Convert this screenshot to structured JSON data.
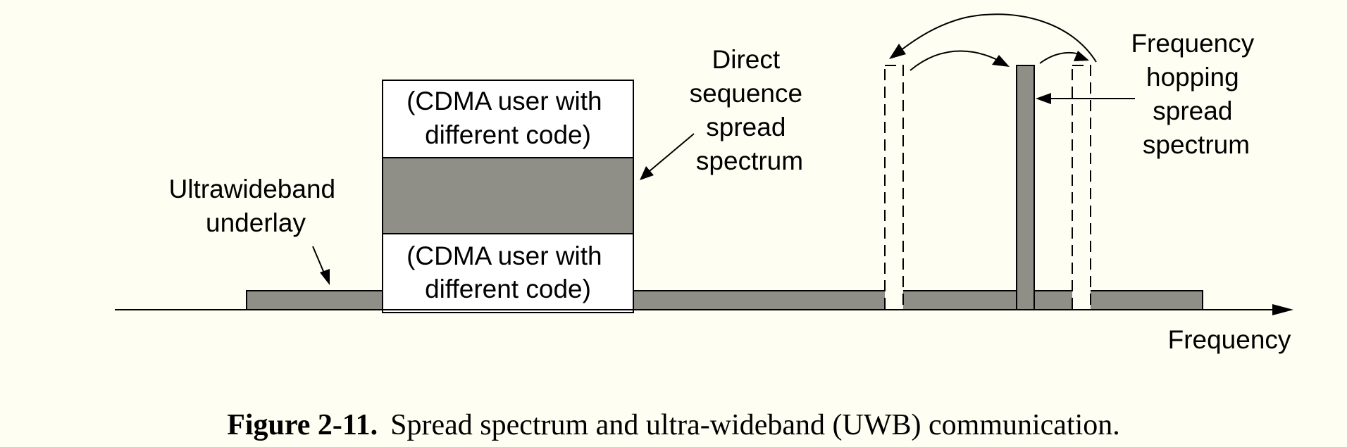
{
  "labels": {
    "cdma_upper": [
      "(CDMA user with",
      "different code)"
    ],
    "cdma_lower": [
      "(CDMA user with",
      "different code)"
    ],
    "direct_sequence": [
      "Direct",
      "sequence",
      "spread",
      "spectrum"
    ],
    "ultrawideband": [
      "Ultrawideband",
      "underlay"
    ],
    "frequency_hopping": [
      "Frequency",
      "hopping",
      "spread",
      "spectrum"
    ],
    "x_axis": "Frequency"
  },
  "caption": {
    "label": "Figure 2-11.",
    "text": "Spread spectrum and ultra-wideband (UWB) communication."
  },
  "colors": {
    "background": "#fefef2",
    "band_fill": "#8f8f87",
    "stroke": "#000000",
    "box_fill": "#ffffff"
  }
}
